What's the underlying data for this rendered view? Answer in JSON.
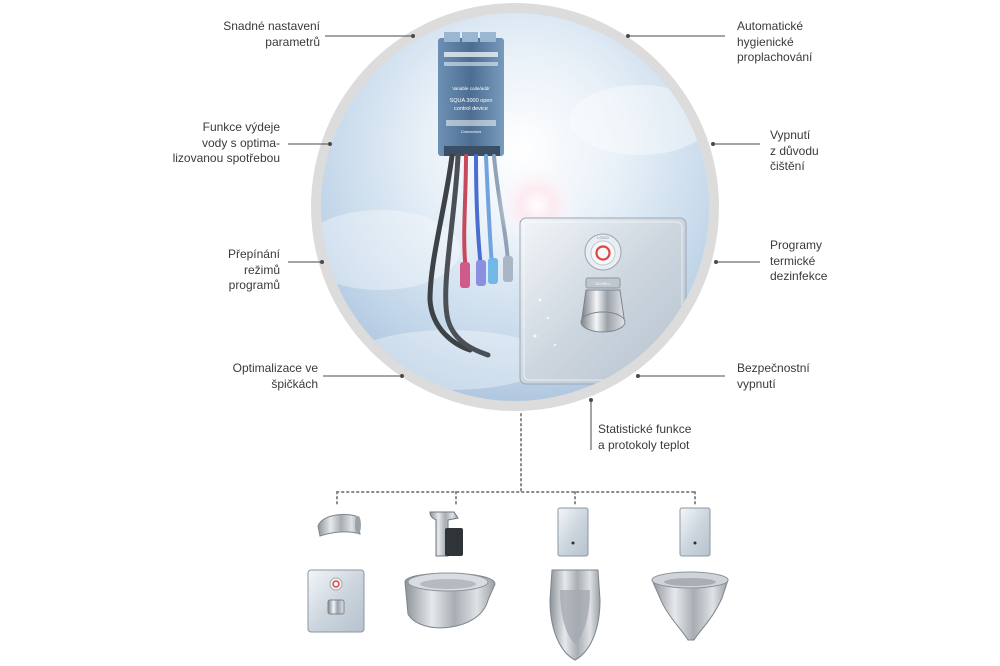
{
  "labels": {
    "left": [
      "Snadné nastavení\nparametrů",
      "Funkce výdeje\nvody s optima-\nlizovanou spotřebou",
      "Přepínání\nrežimů\nprogramů",
      "Optimalizace ve\nšpičkách"
    ],
    "right": [
      "Automatické\nhygienické\nproplachování",
      "Vypnutí\nz důvodu\nčištění",
      "Programy\ntermické\ndezinfekce",
      "Bezpečnostní\nvypnutí"
    ],
    "bottom": "Statistické funkce\na protokoly teplot"
  },
  "device_text": {
    "module_line1": "Variable code/addr",
    "module_line2": "SQUA 3000 open",
    "module_line3": "control device",
    "module_line4": "Connectors",
    "button_brand": "LOGO",
    "knob_brand": "SCHELL"
  },
  "products": [
    {
      "name": "washbasin-tap-with-push-panel"
    },
    {
      "name": "sensor-faucet-with-round-basin"
    },
    {
      "name": "urinal-with-flush-control"
    },
    {
      "name": "wc-bowl-with-flush-control"
    }
  ],
  "colors": {
    "ring": "#dcdcdc",
    "circle_center": "#ffffff",
    "circle_edge": "#a8c4de",
    "leader": "#4a4a4a",
    "dotted": "#8a8a8a",
    "steel": "#c8ccd0"
  }
}
